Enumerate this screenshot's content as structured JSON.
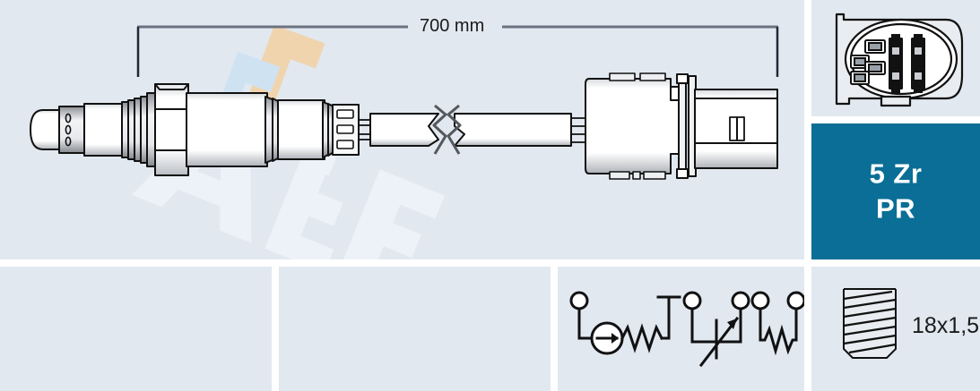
{
  "product": {
    "type": "lambda-oxygen-sensor",
    "brand_watermark": "FAE"
  },
  "main_drawing": {
    "dimension": {
      "label": "700 mm",
      "value": 700,
      "unit": "mm"
    },
    "parts": [
      "sensor-tip",
      "thread-body",
      "hex-nut",
      "sensor-housing",
      "cable-grommet",
      "cable-break",
      "wire-harness",
      "connector-housing",
      "connector-plug"
    ]
  },
  "connector_face": {
    "name": "connector-pinout-view",
    "pin_count": 4,
    "terminal_count": 3
  },
  "badge": {
    "line1": "5 Zr",
    "line2": "PR",
    "color": "#0a6e96",
    "text_color": "#ffffff"
  },
  "thread_spec": {
    "label": "18x1,5",
    "diameter": 18,
    "pitch": 1.5
  },
  "schematic": {
    "name": "sensor-wiring-schematic",
    "elements": [
      "current-source-symbol",
      "resistor-symbol",
      "variable-resistor-symbol",
      "heater-resistor-symbol"
    ],
    "terminal_nodes": 6
  },
  "blank_panels": [
    {
      "name": "blank-panel-1",
      "content": ""
    },
    {
      "name": "blank-panel-2",
      "content": ""
    }
  ],
  "colors": {
    "panel_bg": "#e1e8f0",
    "sheet_bg": "#ffffff",
    "accent": "#0a6e96",
    "line": "#1a1a1a"
  }
}
